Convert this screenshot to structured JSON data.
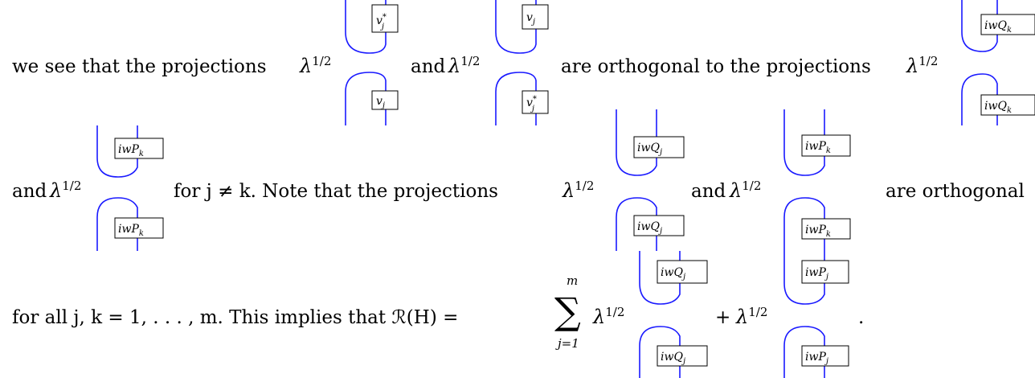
{
  "lines": {
    "l1_a": "we see that the projections",
    "l1_b": "and",
    "l1_c": "are orthogonal to the projections",
    "l2_a": "and",
    "l2_b": "for j ≠ k. Note that the projections",
    "l2_c": "and",
    "l2_d": "are orthogonal",
    "l3_a": "for all j, k = 1, . . . , m. This implies that ℛ(H) =",
    "l3_plus": "+",
    "l3_end": "."
  },
  "lambda": {
    "symbol": "λ",
    "exponent": "1/2"
  },
  "sum": {
    "symbol": "∑",
    "upper": "m",
    "lower": "j=1"
  },
  "diagrams": [
    {
      "top_label": "v*j",
      "bottom_label": "vj"
    },
    {
      "top_label": "vj",
      "bottom_label": "v*j"
    },
    {
      "top_label": "iwQk",
      "bottom_label": "iwQk"
    },
    {
      "top_label": "iwPk",
      "bottom_label": "iwPk"
    },
    {
      "top_label": "iwQj",
      "bottom_label": "iwQj"
    },
    {
      "top_label": "iwPk",
      "bottom_label": "iwPk"
    },
    {
      "top_label": "iwQj",
      "bottom_label": "iwQj"
    },
    {
      "top_label": "iwPj",
      "bottom_label": "iwPj"
    }
  ]
}
